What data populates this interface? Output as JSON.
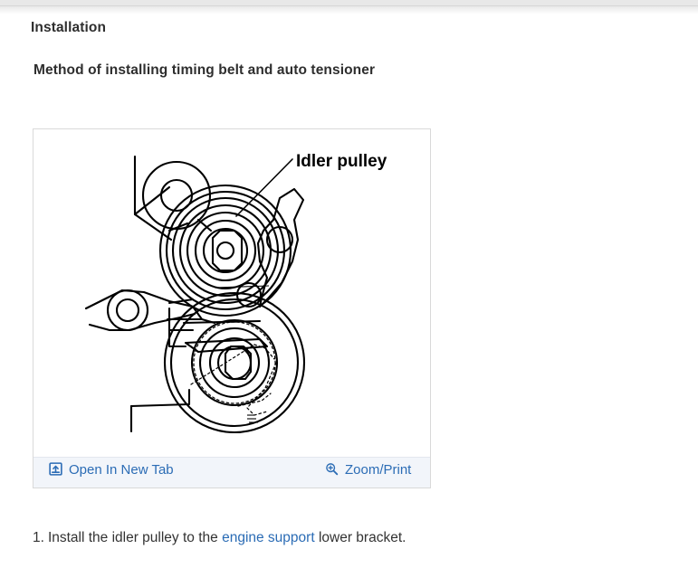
{
  "window": {
    "chrome_bar_color": "#e8e8e8"
  },
  "page": {
    "title": "Installation",
    "subtitle": "Method of installing timing belt and auto tensioner"
  },
  "figure": {
    "caption_label": "Idler pulley",
    "toolbar": {
      "open_in_new_tab": {
        "label": "Open In New Tab",
        "icon": "open-in-new-tab-icon"
      },
      "zoom_print": {
        "label": "Zoom/Print",
        "icon": "magnifier-plus-icon"
      },
      "background_color": "#f2f5fa",
      "link_color": "#2b6cb5"
    }
  },
  "steps": [
    {
      "number": "1.",
      "text_before": "Install the idler pulley to the ",
      "link_text": "engine support",
      "text_after": " lower bracket."
    }
  ],
  "colors": {
    "text": "#333333",
    "heading": "#2e2e2e",
    "link": "#2b6cb5",
    "border": "#d9d9d9"
  }
}
